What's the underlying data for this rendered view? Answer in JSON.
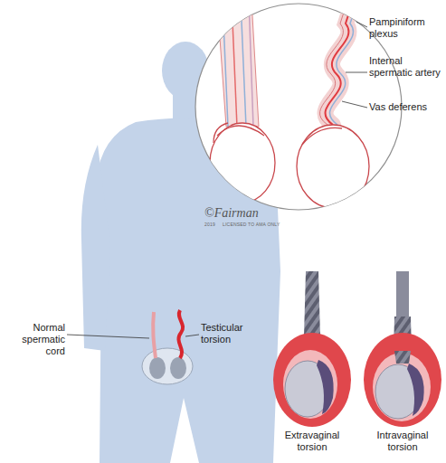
{
  "diagram": {
    "labels": [
      "Pampiniform plexus",
      "Internal spermatic artery",
      "Vas deferens",
      "©Fairman",
      "2019",
      "LICENSED TO AMA ONLY",
      "Normal spermatic cord",
      "Testicular torsion",
      "Extravaginal torsion",
      "Intravaginal torsion"
    ]
  }
}
